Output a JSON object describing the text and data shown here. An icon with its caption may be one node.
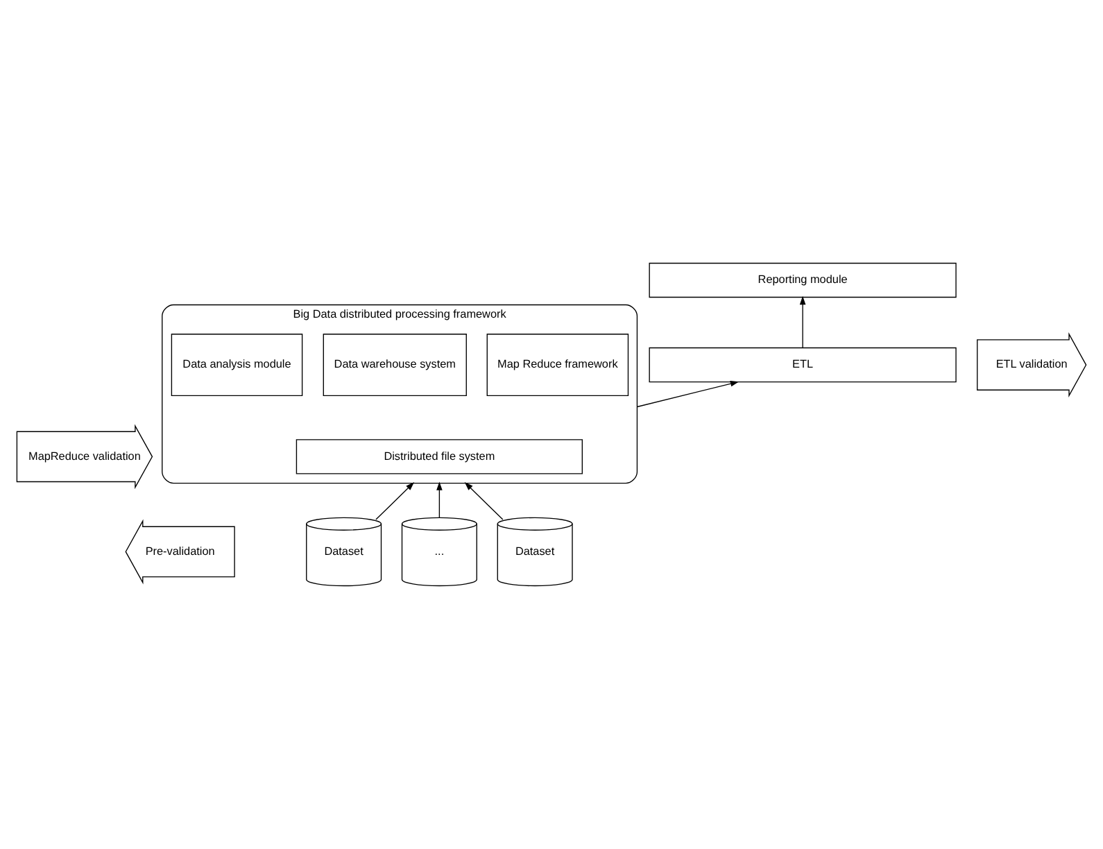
{
  "diagram": {
    "nodes": [
      {
        "text": [
          "Reporting module"
        ]
      },
      {
        "text": [
          "ETL"
        ]
      },
      {
        "text": [
          "Big Data distributed processing framework"
        ]
      },
      {
        "text": [
          "Data analysis module"
        ],
        "in": 2
      },
      {
        "text": [
          "Data warehouse system"
        ],
        "in": 2
      },
      {
        "text": [
          "Map Reduce framework"
        ],
        "in": 2
      },
      {
        "text": [
          "Distributed file system"
        ],
        "in": 2
      },
      {
        "text": [
          "ETL validation"
        ]
      },
      {
        "text": [
          "MapReduce validation"
        ]
      },
      {
        "text": [
          "Pre-validation"
        ]
      },
      {
        "text": [
          "Dataset"
        ]
      },
      {
        "text": [
          "..."
        ]
      },
      {
        "text": [
          "Dataset"
        ]
      }
    ],
    "edges": [
      {
        "from": 1,
        "to": 0,
        "arrow": "to"
      },
      {
        "from": 2,
        "to": 1,
        "arrow": "to"
      },
      {
        "from": 10,
        "to": 2,
        "arrow": "to"
      },
      {
        "from": 11,
        "to": 2,
        "arrow": "to"
      },
      {
        "from": 12,
        "to": 2,
        "arrow": "to"
      }
    ]
  }
}
